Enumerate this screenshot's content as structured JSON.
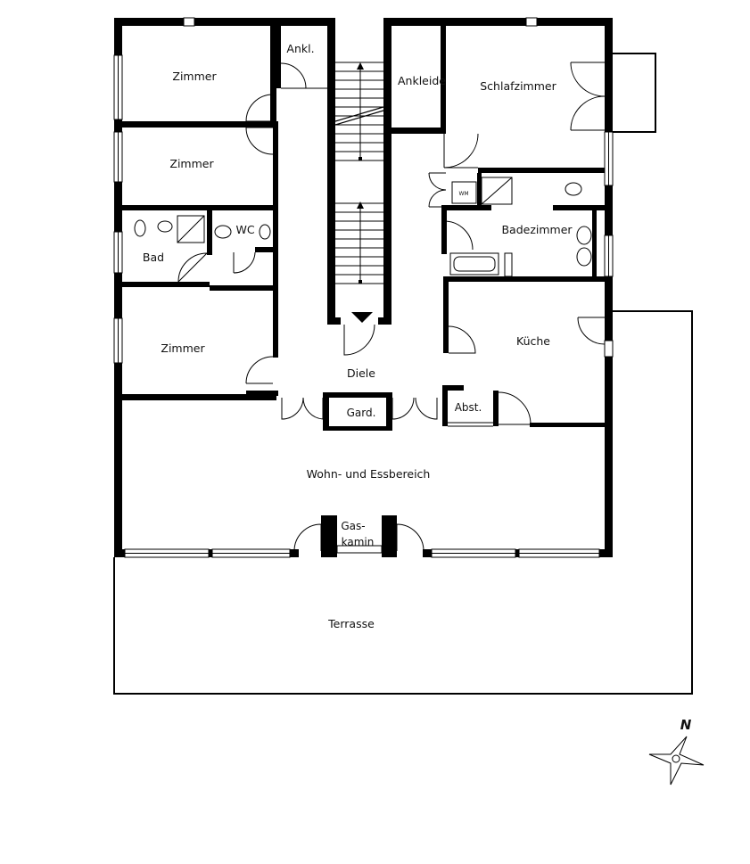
{
  "rooms": {
    "zimmer_1": "Zimmer",
    "zimmer_2": "Zimmer",
    "zimmer_3": "Zimmer",
    "ankl": "Ankl.",
    "ankleide": "Ankleide",
    "schlafzimmer": "Schlafzimmer",
    "bad": "Bad",
    "wc": "WC",
    "wm": "WM",
    "badezimmer": "Badezimmer",
    "kueche": "Küche",
    "diele": "Diele",
    "gard": "Gard.",
    "abst": "Abst.",
    "wohn": "Wohn- und Essbereich",
    "gaskamin_1": "Gas-",
    "gaskamin_2": "kamin",
    "terrasse": "Terrasse"
  },
  "compass": {
    "north": "N"
  }
}
